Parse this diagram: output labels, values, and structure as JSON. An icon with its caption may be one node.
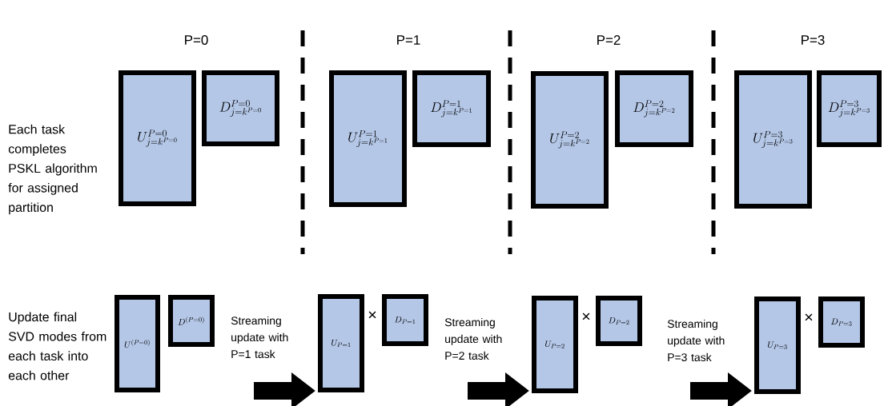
{
  "diagram": {
    "nodes": [
      {
        "text": [
          "U^{P=0}_{j=k^{P=0}}"
        ]
      },
      {
        "text": [
          "D^{P=0}_{j=k^{P=0}}"
        ]
      },
      {
        "text": [
          "U^{P=1}_{j=k^{P=1}}"
        ]
      },
      {
        "text": [
          "D^{P=1}_{j=k^{P=1}}"
        ]
      },
      {
        "text": [
          "U^{P=2}_{j=k^{P=2}}"
        ]
      },
      {
        "text": [
          "D^{P=2}_{j=k^{P=2}}"
        ]
      },
      {
        "text": [
          "U^{P=3}_{j=k^{P=3}}"
        ]
      },
      {
        "text": [
          "D^{P=3}_{j=k^{P=3}}"
        ]
      },
      {
        "text": [
          "U^{(P=0)}"
        ]
      },
      {
        "text": [
          "D^{(P=0)}"
        ]
      },
      {
        "text": [
          "U_{P=1}"
        ]
      },
      {
        "text": [
          "D_{P=1}"
        ]
      },
      {
        "text": [
          "U_{P=2}"
        ]
      },
      {
        "text": [
          "D_{P=2}"
        ]
      },
      {
        "text": [
          "U_{P=3}"
        ]
      },
      {
        "text": [
          "D_{P=3}"
        ]
      }
    ],
    "edges": [
      {
        "from": null,
        "to": 10,
        "arrow": "to",
        "label": "Streaming update with P=1 task"
      },
      {
        "from": null,
        "to": 12,
        "arrow": "to",
        "label": "Streaming update with P=2 task"
      },
      {
        "from": null,
        "to": 14,
        "arrow": "to",
        "label": "Streaming update with P=3 task"
      }
    ],
    "labels": [
      "P=0",
      "P=1",
      "P=2",
      "P=3",
      "Each task completes PSKL algorithm for assigned partition",
      "×",
      "×",
      "×",
      "Update final SVD modes from each task into each other"
    ]
  }
}
